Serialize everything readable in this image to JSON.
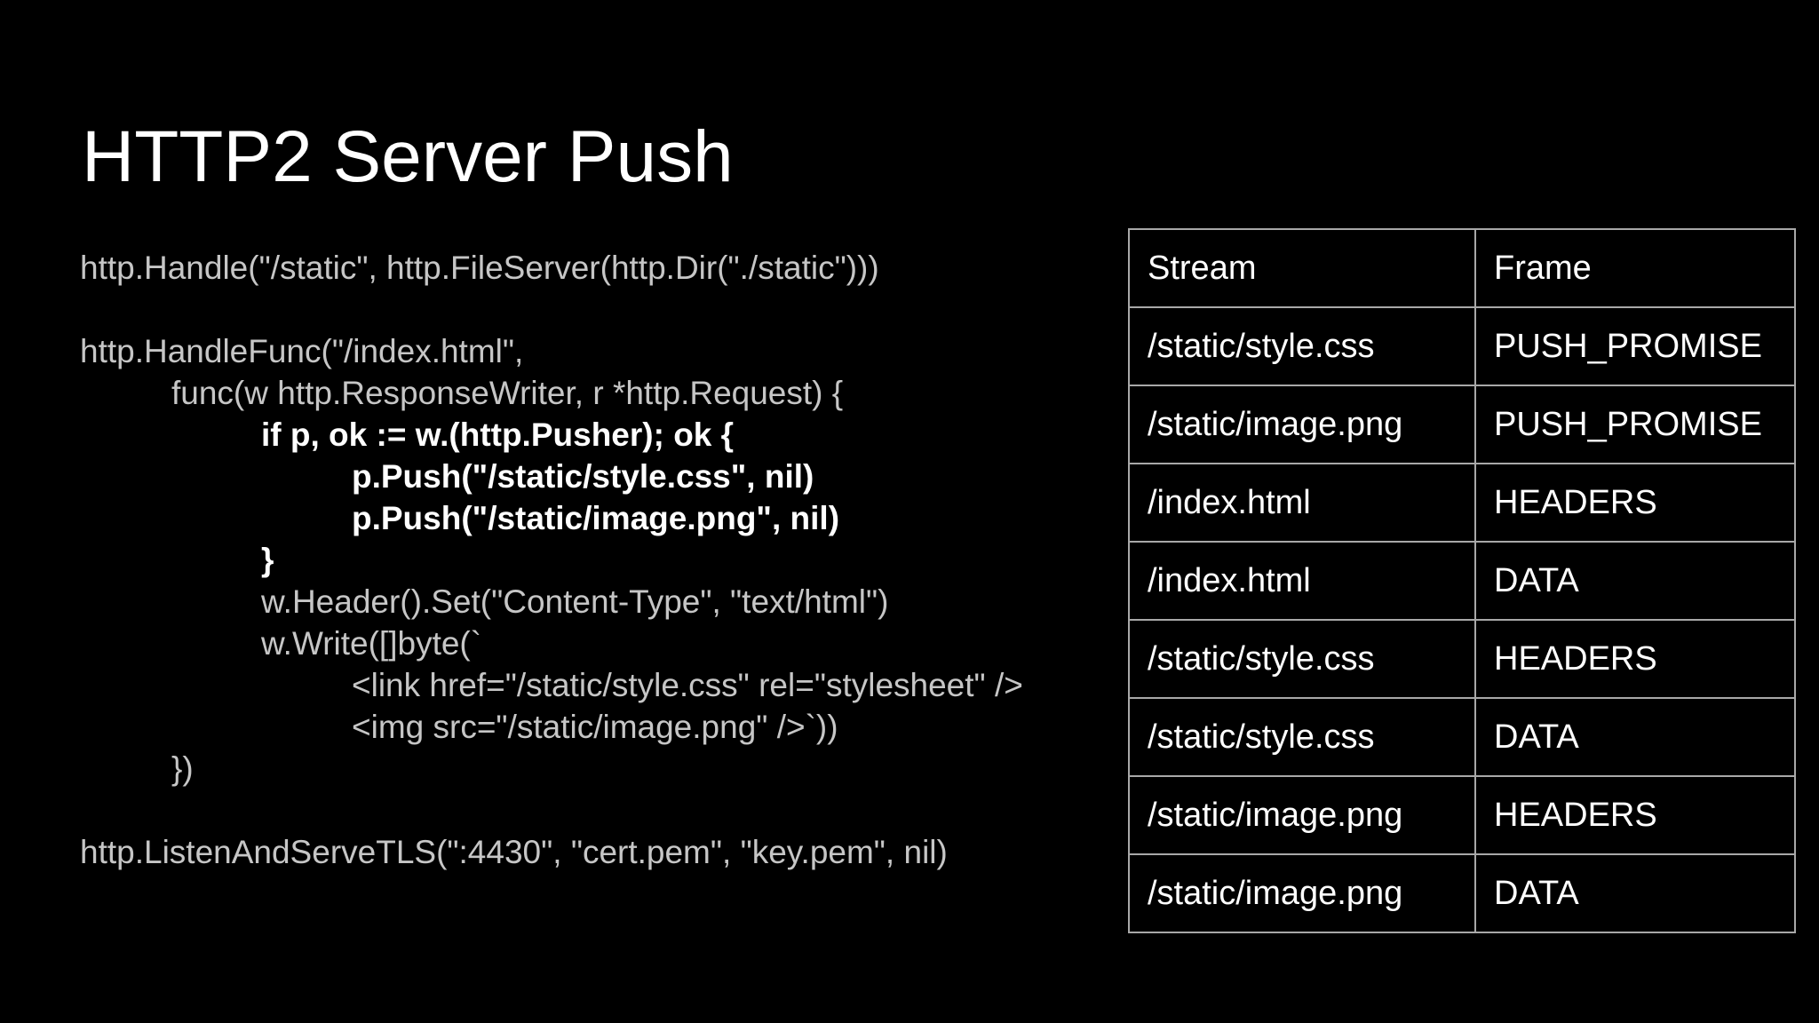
{
  "colors": {
    "background": "#000000",
    "title_text": "#ffffff",
    "code_text": "#c6c6c6",
    "code_bold_text": "#ffffff",
    "table_border": "#a8a8a8",
    "table_text": "#ffffff"
  },
  "slide": {
    "title": "HTTP2 Server Push"
  },
  "code": {
    "lines": [
      {
        "text": "http.Handle(\"/static\", http.FileServer(http.Dir(\"./static\")))",
        "indent": 0,
        "bold": false
      },
      {
        "text": "",
        "indent": 0,
        "bold": false
      },
      {
        "text": "http.HandleFunc(\"/index.html\",",
        "indent": 0,
        "bold": false
      },
      {
        "text": "func(w http.ResponseWriter, r *http.Request) {",
        "indent": 1,
        "bold": false
      },
      {
        "text": "if p, ok := w.(http.Pusher); ok {",
        "indent": 2,
        "bold": true
      },
      {
        "text": "p.Push(\"/static/style.css\", nil)",
        "indent": 3,
        "bold": true
      },
      {
        "text": "p.Push(\"/static/image.png\", nil)",
        "indent": 3,
        "bold": true
      },
      {
        "text": "}",
        "indent": 2,
        "bold": true
      },
      {
        "text": "w.Header().Set(\"Content-Type\", \"text/html\")",
        "indent": 2,
        "bold": false
      },
      {
        "text": "w.Write([]byte(`",
        "indent": 2,
        "bold": false
      },
      {
        "text": "<link href=\"/static/style.css\" rel=\"stylesheet\" />",
        "indent": 3,
        "bold": false
      },
      {
        "text": "<img src=\"/static/image.png\" />`))",
        "indent": 3,
        "bold": false
      },
      {
        "text": "})",
        "indent": 1,
        "bold": false
      },
      {
        "text": "",
        "indent": 0,
        "bold": false
      },
      {
        "text": "http.ListenAndServeTLS(\":4430\", \"cert.pem\", \"key.pem\", nil)",
        "indent": 0,
        "bold": false
      }
    ]
  },
  "table": {
    "columns": [
      "Stream",
      "Frame"
    ],
    "rows": [
      [
        "/static/style.css",
        "PUSH_PROMISE"
      ],
      [
        "/static/image.png",
        "PUSH_PROMISE"
      ],
      [
        "/index.html",
        "HEADERS"
      ],
      [
        "/index.html",
        "DATA"
      ],
      [
        "/static/style.css",
        "HEADERS"
      ],
      [
        "/static/style.css",
        "DATA"
      ],
      [
        "/static/image.png",
        "HEADERS"
      ],
      [
        "/static/image.png",
        "DATA"
      ]
    ]
  }
}
